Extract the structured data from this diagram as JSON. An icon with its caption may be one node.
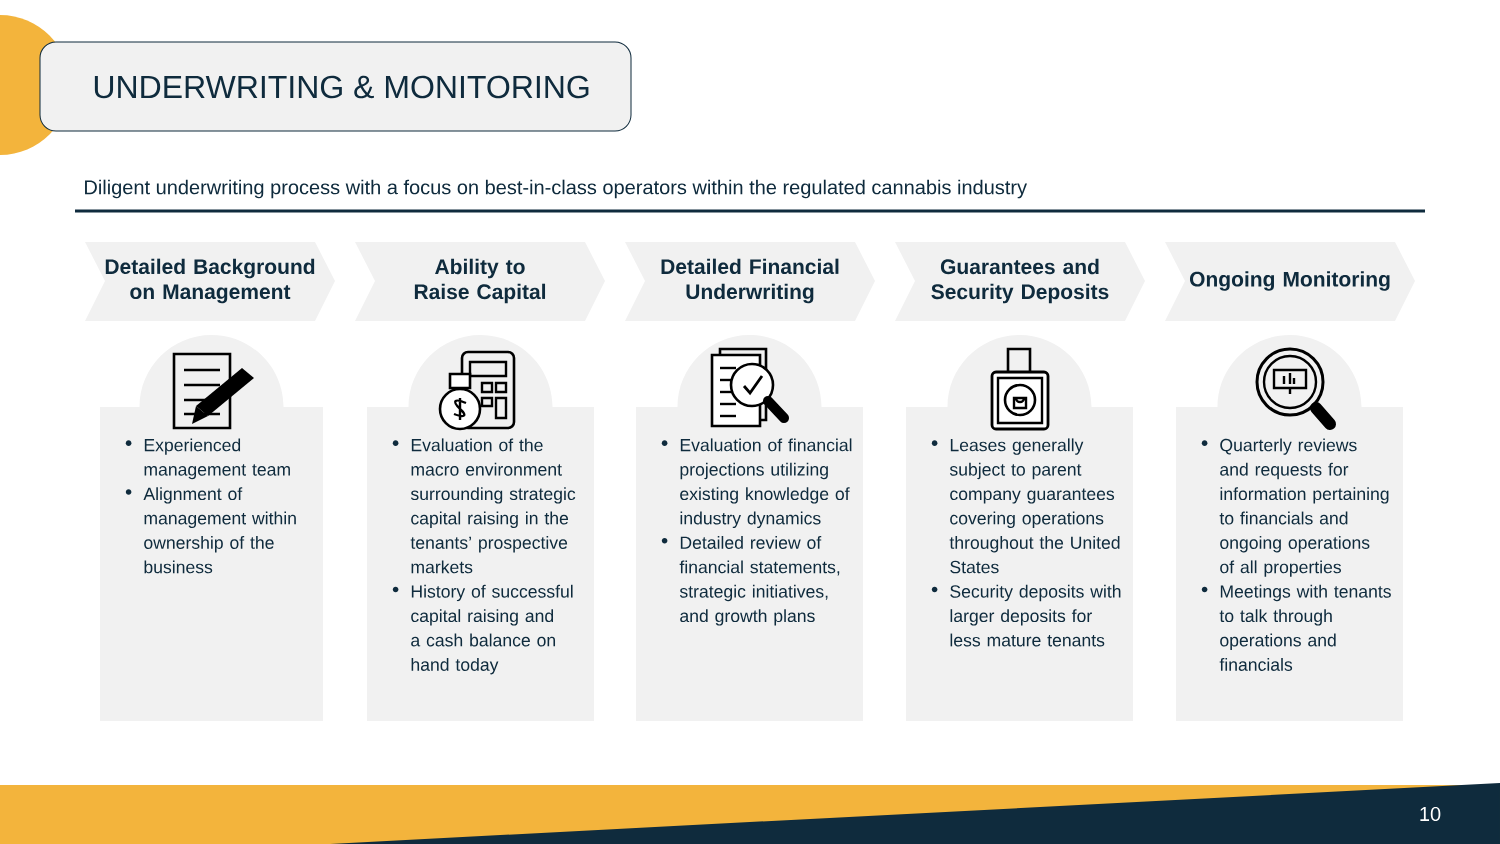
{
  "diagram": {
    "title": "UNDERWRITING & MONITORING",
    "nodes": [
      {
        "text": [
          "Detailed Background on Management"
        ]
      },
      {
        "text": [
          "Ability to Raise Capital"
        ]
      },
      {
        "text": [
          "Detailed Financial Underwriting"
        ]
      },
      {
        "text": [
          "Guarantees and Security Deposits"
        ]
      },
      {
        "text": [
          "Ongoing Monitoring"
        ]
      },
      {
        "text": [
          "Experienced management team",
          "Alignment of management within ownership of the business"
        ]
      },
      {
        "text": [
          "Evaluation of the macro environment surrounding strategic capital raising in the tenants’ prospective markets",
          "History of successful capital raising and a cash balance on hand today"
        ]
      },
      {
        "text": [
          "Evaluation of financial projections utilizing existing knowledge of industry dynamics",
          "Detailed review of financial statements, strategic initiatives, and growth plans"
        ]
      },
      {
        "text": [
          "Leases generally subject to parent company guarantees covering operations throughout the United States",
          "Security deposits with larger deposits for less mature tenants"
        ]
      },
      {
        "text": [
          "Quarterly reviews and requests for information pertaining to financials and ongoing operations of all properties",
          "Meetings with tenants to talk through operations and financials"
        ]
      }
    ],
    "labels": [
      "Diligent underwriting process with a focus on best-in-class operators within the regulated cannabis industry",
      "10"
    ]
  }
}
